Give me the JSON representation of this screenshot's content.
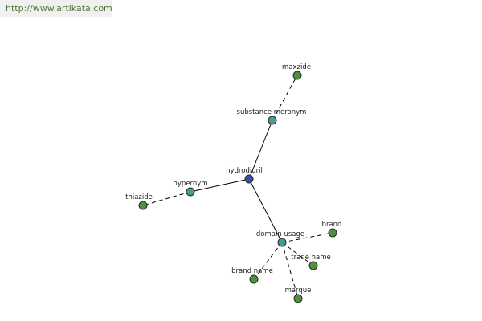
{
  "header": {
    "url": "http://www.artikata.com"
  },
  "graph": {
    "colors": {
      "center": "#3a4fa0",
      "relation": "#4a9a9a",
      "leaf": "#4f8f3f"
    },
    "nodes": {
      "hydrodiuril": {
        "label": "hydrodiuril",
        "kind": "center"
      },
      "substance_meronym": {
        "label": "substance meronym",
        "kind": "relation"
      },
      "maxzide": {
        "label": "maxzide",
        "kind": "leaf"
      },
      "hypernym": {
        "label": "hypernym",
        "kind": "relation"
      },
      "thiazide": {
        "label": "thiazide",
        "kind": "leaf"
      },
      "domain_usage": {
        "label": "domain usage",
        "kind": "relation"
      },
      "brand": {
        "label": "brand",
        "kind": "leaf"
      },
      "trade_name": {
        "label": "trade name",
        "kind": "leaf"
      },
      "brand_name": {
        "label": "brand name",
        "kind": "leaf"
      },
      "marque": {
        "label": "marque",
        "kind": "leaf"
      }
    },
    "edges": [
      {
        "from": "hydrodiuril",
        "to": "substance_meronym",
        "style": "solid"
      },
      {
        "from": "hydrodiuril",
        "to": "hypernym",
        "style": "solid"
      },
      {
        "from": "hydrodiuril",
        "to": "domain_usage",
        "style": "solid"
      },
      {
        "from": "substance_meronym",
        "to": "maxzide",
        "style": "dashed"
      },
      {
        "from": "hypernym",
        "to": "thiazide",
        "style": "dashed"
      },
      {
        "from": "domain_usage",
        "to": "brand",
        "style": "dashed"
      },
      {
        "from": "domain_usage",
        "to": "trade_name",
        "style": "dashed"
      },
      {
        "from": "domain_usage",
        "to": "brand_name",
        "style": "dashed"
      },
      {
        "from": "domain_usage",
        "to": "marque",
        "style": "dashed"
      }
    ]
  }
}
